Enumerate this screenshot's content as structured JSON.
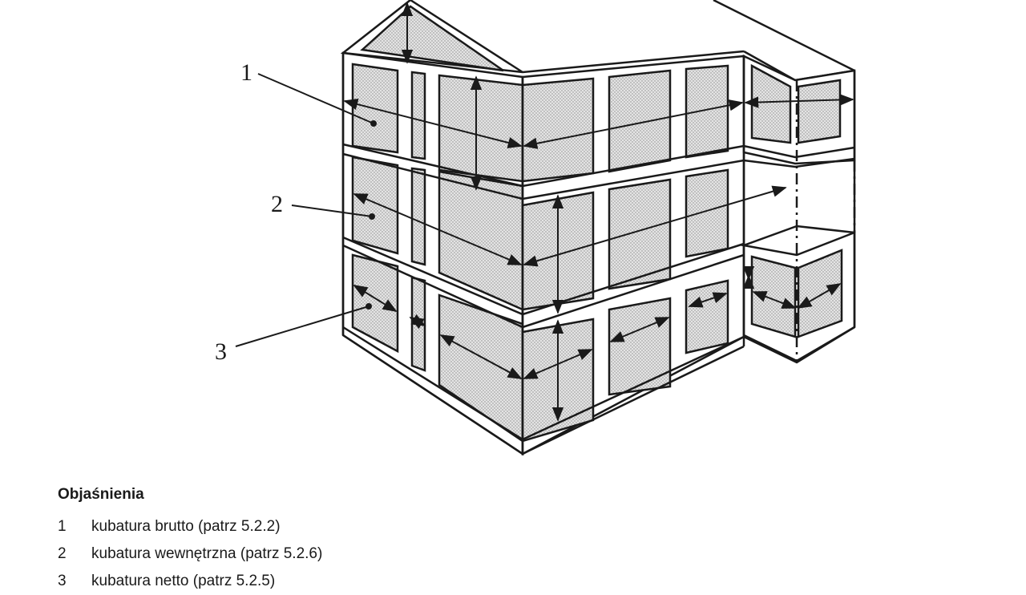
{
  "figure": {
    "callouts": [
      {
        "number": "1"
      },
      {
        "number": "2"
      },
      {
        "number": "3"
      }
    ]
  },
  "legend": {
    "title": "Objaśnienia",
    "items": [
      {
        "number": "1",
        "text": "kubatura brutto (patrz 5.2.2)"
      },
      {
        "number": "2",
        "text": "kubatura wewnętrzna (patrz 5.2.6)"
      },
      {
        "number": "3",
        "text": "kubatura netto (patrz 5.2.5)"
      }
    ]
  },
  "colors": {
    "line": "#1a1a1a",
    "fill": "#dedede"
  }
}
